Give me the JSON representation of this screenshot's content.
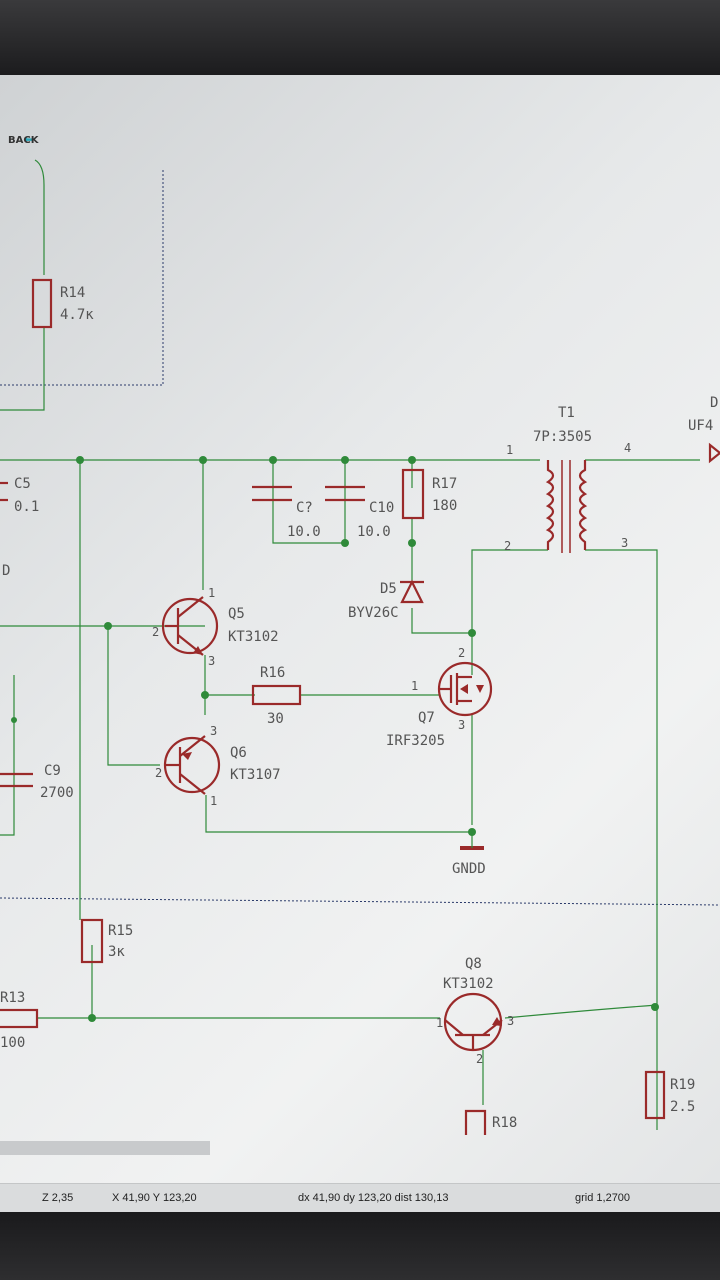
{
  "toolbar": {
    "back_label": "BACK"
  },
  "components": {
    "R14": {
      "ref": "R14",
      "value": "4.7к"
    },
    "C5": {
      "ref": "C5",
      "value": "0.1"
    },
    "D_left": {
      "ref": "D"
    },
    "C7": {
      "ref": "C?",
      "value": "10.0"
    },
    "C10": {
      "ref": "C10",
      "value": "10.0"
    },
    "R17": {
      "ref": "R17",
      "value": "180"
    },
    "T1": {
      "ref": "T1",
      "value": "7P:3505",
      "pins": [
        "1",
        "4",
        "2",
        "3"
      ]
    },
    "D_right": {
      "ref": "D",
      "value": "UF4"
    },
    "D5": {
      "ref": "D5",
      "value": "BYV26C"
    },
    "Q5": {
      "ref": "Q5",
      "value": "KT3102",
      "pins": [
        "1",
        "2",
        "3"
      ]
    },
    "Q6": {
      "ref": "Q6",
      "value": "KT3107",
      "pins": [
        "3",
        "2",
        "1"
      ]
    },
    "R16": {
      "ref": "R16",
      "value": "30"
    },
    "Q7": {
      "ref": "Q7",
      "value": "IRF3205",
      "pins": [
        "1",
        "2",
        "3"
      ]
    },
    "C9": {
      "ref": "C9",
      "value": "2700"
    },
    "GNDD": {
      "label": "GNDD"
    },
    "R15": {
      "ref": "R15",
      "value": "3к"
    },
    "R13": {
      "ref": "R13",
      "value": "100"
    },
    "Q8": {
      "ref": "Q8",
      "value": "KT3102",
      "pins": [
        "1",
        "3",
        "2"
      ]
    },
    "R18": {
      "ref": "R18"
    },
    "R19": {
      "ref": "R19",
      "value": "2.5"
    }
  },
  "status": {
    "zoom": "Z 2,35",
    "cursor": "X 41,90  Y 123,20",
    "delta": "dx 41,90  dy 123,20  dist 130,13",
    "grid": "grid 1,2700"
  },
  "colors": {
    "wire": "#2f8a3a",
    "component": "#9a2a2a",
    "background": "#ececed"
  }
}
